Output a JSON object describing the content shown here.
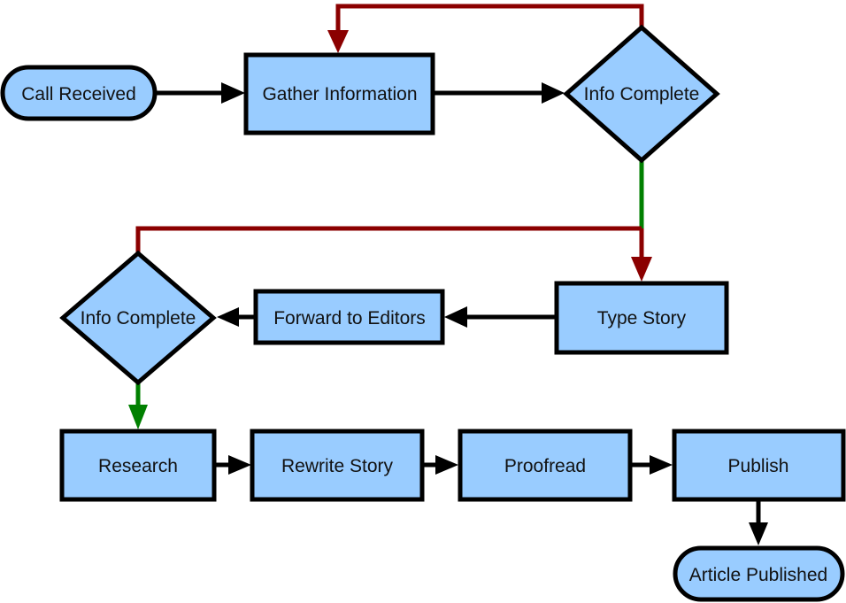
{
  "colors": {
    "node_fill": "#99ccff",
    "node_stroke": "#000000",
    "flow": "#000000",
    "no_loop": "#8b0000",
    "yes": "#008000"
  },
  "nodes": {
    "call_received": {
      "label": "Call Received",
      "shape": "terminator"
    },
    "gather_information": {
      "label": "Gather Information",
      "shape": "process"
    },
    "info_complete_1": {
      "label": "Info Complete",
      "shape": "decision"
    },
    "type_story": {
      "label": "Type Story",
      "shape": "process"
    },
    "forward_to_editors": {
      "label": "Forward to Editors",
      "shape": "process"
    },
    "info_complete_2": {
      "label": "Info Complete",
      "shape": "decision"
    },
    "research": {
      "label": "Research",
      "shape": "process"
    },
    "rewrite_story": {
      "label": "Rewrite Story",
      "shape": "process"
    },
    "proofread": {
      "label": "Proofread",
      "shape": "process"
    },
    "publish": {
      "label": "Publish",
      "shape": "process"
    },
    "article_published": {
      "label": "Article Published",
      "shape": "terminator"
    }
  },
  "edges": [
    {
      "from": "call_received",
      "to": "gather_information",
      "color": "flow"
    },
    {
      "from": "gather_information",
      "to": "info_complete_1",
      "color": "flow"
    },
    {
      "from": "info_complete_1",
      "to": "gather_information",
      "color": "no_loop"
    },
    {
      "from": "info_complete_1",
      "to": "type_story",
      "color": "yes"
    },
    {
      "from": "type_story",
      "to": "forward_to_editors",
      "color": "flow"
    },
    {
      "from": "forward_to_editors",
      "to": "info_complete_2",
      "color": "flow"
    },
    {
      "from": "info_complete_2",
      "to": "type_story",
      "color": "no_loop"
    },
    {
      "from": "info_complete_2",
      "to": "research",
      "color": "yes"
    },
    {
      "from": "research",
      "to": "rewrite_story",
      "color": "flow"
    },
    {
      "from": "rewrite_story",
      "to": "proofread",
      "color": "flow"
    },
    {
      "from": "proofread",
      "to": "publish",
      "color": "flow"
    },
    {
      "from": "publish",
      "to": "article_published",
      "color": "flow"
    }
  ]
}
